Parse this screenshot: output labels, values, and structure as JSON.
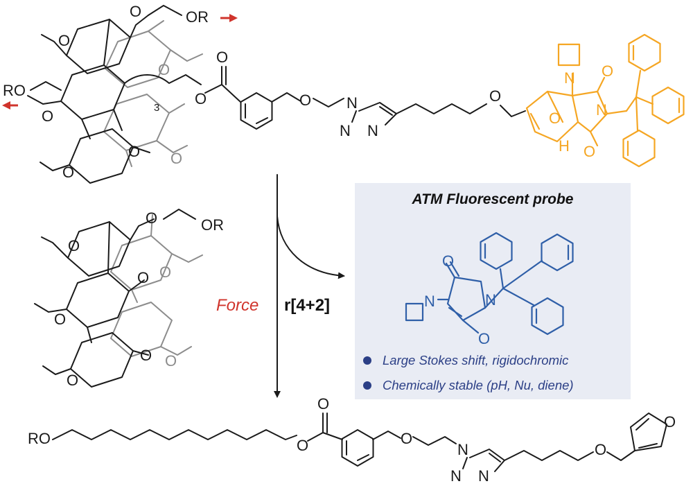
{
  "colors": {
    "mechanophore": "#f5a623",
    "probe": "#2f5fa8",
    "force_label": "#d0342c",
    "pull_arrow": "#d0342c",
    "pillararene_back": "#8c8c8c",
    "panel_background": "#e9ecf4",
    "bullet_text": "#2b3f86"
  },
  "top_structure": {
    "ro_left": "RO",
    "or_right": "OR",
    "subscript": "3",
    "atoms": {
      "o_methoxy": "O",
      "o_ether": "O",
      "o_ester": "O",
      "n1": "N",
      "n2": "N",
      "n3": "N",
      "h": "H"
    }
  },
  "middle_structure": {
    "or_right": "OR",
    "atom_o": "O"
  },
  "reaction": {
    "force_label": "Force",
    "reaction_label": "r[4+2]"
  },
  "probe_panel": {
    "title": "ATM  Fluorescent probe",
    "atom_n": "N",
    "atom_o": "O",
    "bullets": [
      "Large Stokes shift, rigidochromic",
      "Chemically stable (pH, Nu, diene)"
    ]
  },
  "bottom_structure": {
    "ro_left": "RO",
    "atom_o": "O",
    "atom_n": "N"
  }
}
